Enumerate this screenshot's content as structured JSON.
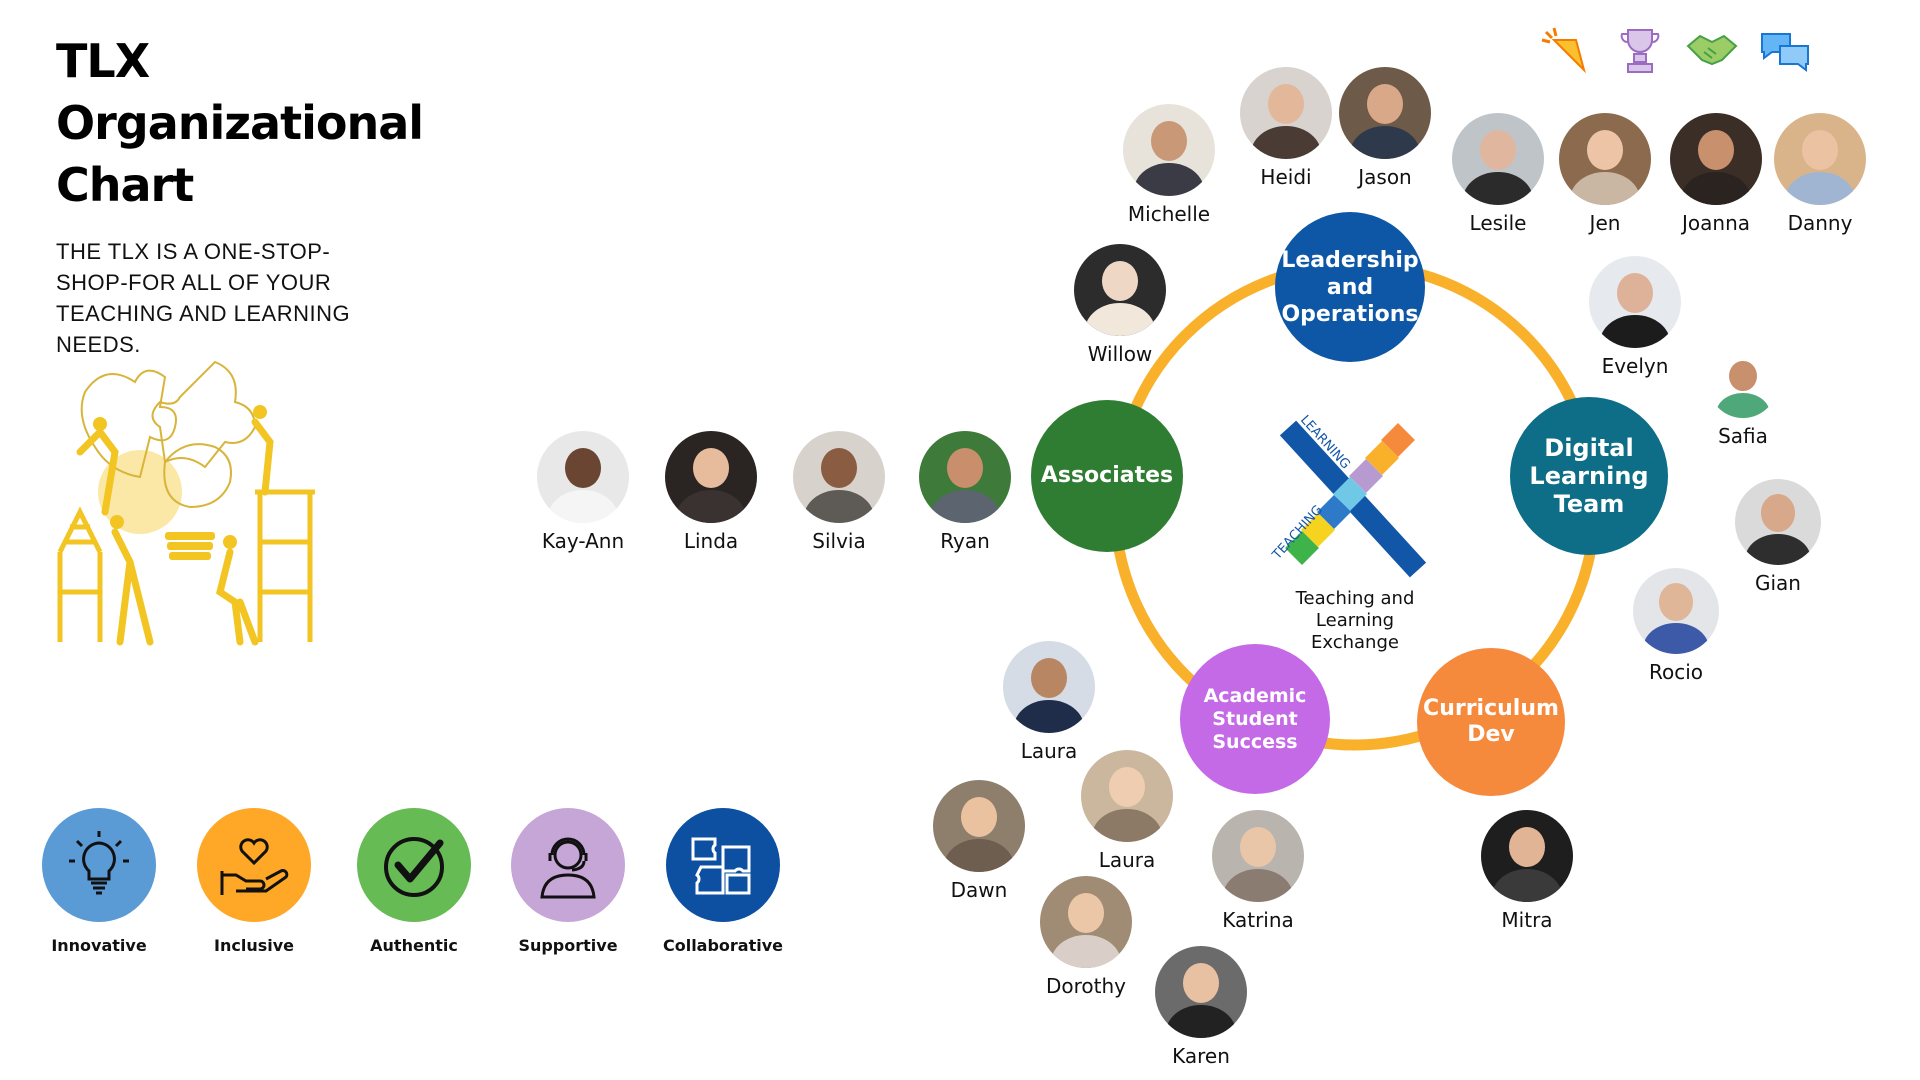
{
  "header": {
    "title_lines": [
      "TLX",
      "Organizational",
      "Chart"
    ],
    "tagline_lines": [
      "THE TLX IS A ONE-STOP-",
      "SHOP-FOR ALL OF YOUR",
      "TEACHING AND LEARNING",
      "NEEDS."
    ]
  },
  "center": {
    "logo_top_text": "LEARNING",
    "logo_left_text": "TEACHING",
    "logo_right_text": "EXCHANGE",
    "label_lines": [
      "Teaching and",
      "Learning",
      "Exchange"
    ]
  },
  "teams": {
    "leadership": {
      "lines": [
        "Leadership",
        "and",
        "Operations"
      ],
      "color": "#0D57A6"
    },
    "digital": {
      "lines": [
        "Digital",
        "Learning",
        "Team"
      ],
      "color": "#0E6E87"
    },
    "curriculum": {
      "lines": [
        "Curriculum",
        "Dev"
      ],
      "color": "#F58A3D"
    },
    "academic": {
      "lines": [
        "Academic",
        "Student",
        "Success"
      ],
      "color": "#C56AE6"
    },
    "associates": {
      "lines": [
        "Associates"
      ],
      "color": "#2F7D32"
    }
  },
  "people": {
    "michelle": "Michelle",
    "heidi": "Heidi",
    "jason": "Jason",
    "lesile": "Lesile",
    "jen": "Jen",
    "joanna": "Joanna",
    "danny": "Danny",
    "willow": "Willow",
    "evelyn": "Evelyn",
    "safia": "Safia",
    "gian": "Gian",
    "rocio": "Rocio",
    "mitra": "Mitra",
    "katrina": "Katrina",
    "karen": "Karen",
    "dorothy": "Dorothy",
    "dawn": "Dawn",
    "laura_top": "Laura",
    "laura_bottom": "Laura",
    "kayann": "Kay-Ann",
    "linda": "Linda",
    "silvia": "Silvia",
    "ryan": "Ryan"
  },
  "values": [
    {
      "label": "Innovative",
      "icon": "lightbulb-icon",
      "color": "#5B9BD5"
    },
    {
      "label": "Inclusive",
      "icon": "heart-hand-icon",
      "color": "#FFA726"
    },
    {
      "label": "Authentic",
      "icon": "checkmark-icon",
      "color": "#66BB55"
    },
    {
      "label": "Supportive",
      "icon": "headset-person-icon",
      "color": "#C5A6D6"
    },
    {
      "label": "Collaborative",
      "icon": "puzzle-icon",
      "color": "#0D4FA0"
    }
  ],
  "top_icons": [
    "carrot-icon",
    "trophy-icon",
    "handshake-icon",
    "chat-bubbles-icon"
  ],
  "ring_color": "#F9B12C"
}
